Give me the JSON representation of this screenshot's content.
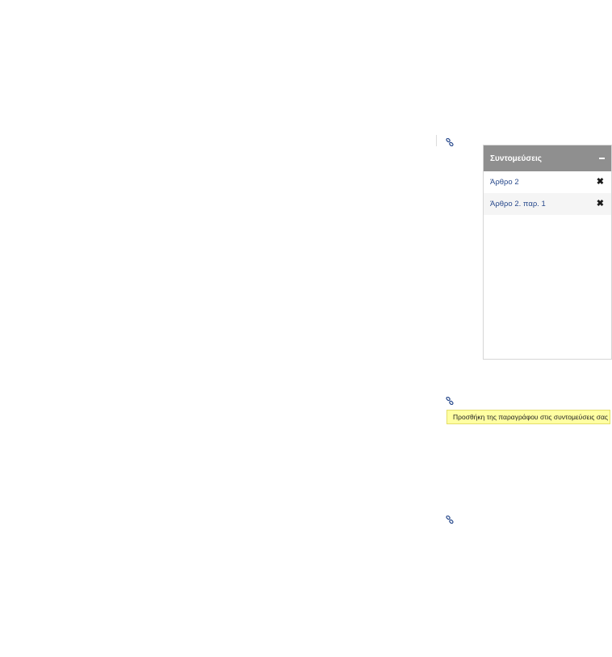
{
  "shortcuts_panel": {
    "title": "Συντομεύσεις",
    "collapse_icon": "minus-icon",
    "items": [
      {
        "label": "Άρθρο 2",
        "remove_icon": "close-x-icon"
      },
      {
        "label": "Άρθρο 2. παρ. 1",
        "remove_icon": "close-x-icon"
      }
    ]
  },
  "paragraph_links": {
    "icon": "link-icon",
    "tooltip": "Προσθήκη της παραγράφου στις συντομεύσεις σας"
  },
  "colors": {
    "header_bg": "#8f8f8f",
    "link": "#2a4b8d",
    "tooltip_bg": "#ffffa2"
  }
}
